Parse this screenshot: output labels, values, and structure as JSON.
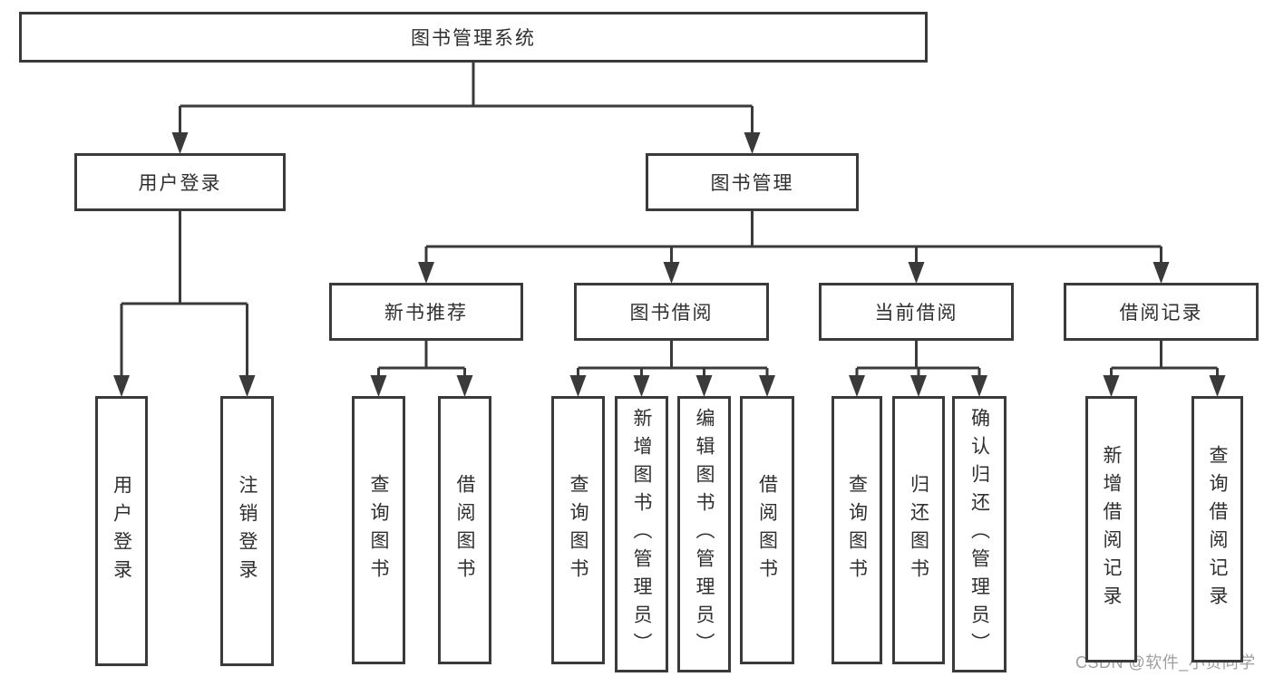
{
  "diagram": {
    "title": "图书管理系统",
    "watermark": "CSDN @软件_小贺同学",
    "colors": {
      "line": "#3a3a3a",
      "text": "#2f2f2f",
      "watermark": "#9e9e9e",
      "background": "#ffffff"
    },
    "nodes": [
      {
        "id": "root",
        "label": "图书管理系统",
        "level": 1
      },
      {
        "id": "user-login",
        "label": "用户登录",
        "level": 2
      },
      {
        "id": "book-mgmt",
        "label": "图书管理",
        "level": 2
      },
      {
        "id": "new-book-rec",
        "label": "新书推荐",
        "level": 3
      },
      {
        "id": "book-borrow",
        "label": "图书借阅",
        "level": 3
      },
      {
        "id": "current-borrow",
        "label": "当前借阅",
        "level": 3
      },
      {
        "id": "borrow-record",
        "label": "借阅记录",
        "level": 3
      },
      {
        "id": "leaf-user-login",
        "label": "用户登录",
        "level": 4
      },
      {
        "id": "leaf-logout",
        "label": "注销登录",
        "level": 4
      },
      {
        "id": "leaf-nbr-query",
        "label": "查询图书",
        "level": 4
      },
      {
        "id": "leaf-nbr-borrow",
        "label": "借阅图书",
        "level": 4
      },
      {
        "id": "leaf-bb-query",
        "label": "查询图书",
        "level": 4
      },
      {
        "id": "leaf-bb-add",
        "label": "新增图书（管理员）",
        "level": 4
      },
      {
        "id": "leaf-bb-edit",
        "label": "编辑图书（管理员）",
        "level": 4
      },
      {
        "id": "leaf-bb-borrow",
        "label": "借阅图书",
        "level": 4
      },
      {
        "id": "leaf-cb-query",
        "label": "查询图书",
        "level": 4
      },
      {
        "id": "leaf-cb-return",
        "label": "归还图书",
        "level": 4
      },
      {
        "id": "leaf-cb-confirm",
        "label": "确认归还（管理员）",
        "level": 4
      },
      {
        "id": "leaf-br-add",
        "label": "新增借阅记录",
        "level": 4
      },
      {
        "id": "leaf-br-query",
        "label": "查询借阅记录",
        "level": 4
      }
    ],
    "edges": [
      {
        "from": "root",
        "to": "user-login"
      },
      {
        "from": "root",
        "to": "book-mgmt"
      },
      {
        "from": "user-login",
        "to": "leaf-user-login"
      },
      {
        "from": "user-login",
        "to": "leaf-logout"
      },
      {
        "from": "book-mgmt",
        "to": "new-book-rec"
      },
      {
        "from": "book-mgmt",
        "to": "book-borrow"
      },
      {
        "from": "book-mgmt",
        "to": "current-borrow"
      },
      {
        "from": "book-mgmt",
        "to": "borrow-record"
      },
      {
        "from": "new-book-rec",
        "to": "leaf-nbr-query"
      },
      {
        "from": "new-book-rec",
        "to": "leaf-nbr-borrow"
      },
      {
        "from": "book-borrow",
        "to": "leaf-bb-query"
      },
      {
        "from": "book-borrow",
        "to": "leaf-bb-add"
      },
      {
        "from": "book-borrow",
        "to": "leaf-bb-edit"
      },
      {
        "from": "book-borrow",
        "to": "leaf-bb-borrow"
      },
      {
        "from": "current-borrow",
        "to": "leaf-cb-query"
      },
      {
        "from": "current-borrow",
        "to": "leaf-cb-return"
      },
      {
        "from": "current-borrow",
        "to": "leaf-cb-confirm"
      },
      {
        "from": "borrow-record",
        "to": "leaf-br-add"
      },
      {
        "from": "borrow-record",
        "to": "leaf-br-query"
      }
    ]
  }
}
